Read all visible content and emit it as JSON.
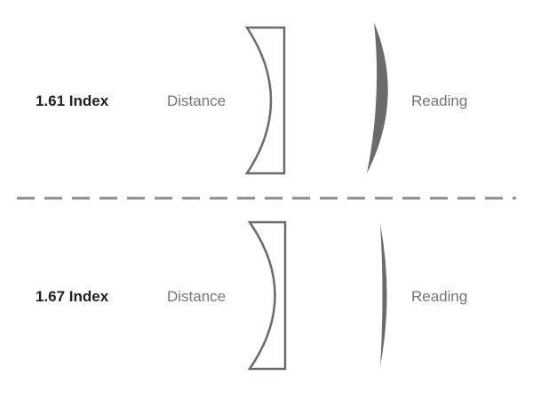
{
  "diagram": {
    "description": "Comparison of lens cross-section thickness for two lens indices",
    "rows": [
      {
        "index_label": "1.61 Index",
        "distance_label": "Distance",
        "reading_label": "Reading"
      },
      {
        "index_label": "1.67 Index",
        "distance_label": "Distance",
        "reading_label": "Reading"
      }
    ]
  },
  "colors": {
    "lens_gray": "#6b6b6b",
    "divider_gray": "#8c8c8c",
    "index_text": "#212121",
    "type_text": "#757575",
    "background": "#ffffff"
  }
}
